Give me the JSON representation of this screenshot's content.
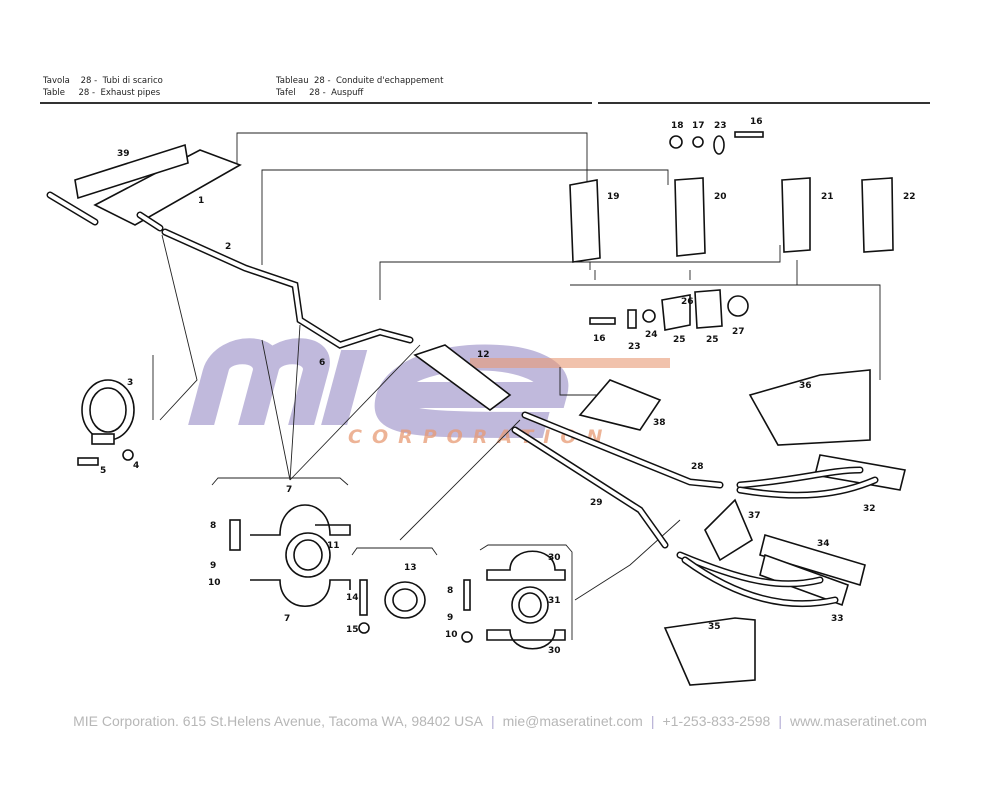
{
  "header": {
    "left": [
      {
        "prefix": "Tavola",
        "num": "28 -",
        "title": "Tubi di scarico"
      },
      {
        "prefix": "Table",
        "num": "28 -",
        "title": "Exhaust pipes"
      }
    ],
    "right": [
      {
        "prefix": "Tableau",
        "num": "28 -",
        "title": "Conduite d'echappement"
      },
      {
        "prefix": "Tafel",
        "num": "28 -",
        "title": "Auspuff"
      }
    ]
  },
  "watermark": {
    "logo": "mie",
    "sub": "CORPORATION",
    "colors": {
      "logo": "#8c7fc0",
      "sub": "#e79a74"
    }
  },
  "parts": [
    "39",
    "1",
    "2",
    "6",
    "12",
    "3",
    "4",
    "5",
    "7",
    "8",
    "11",
    "9",
    "10",
    "7",
    "13",
    "14",
    "15",
    "8",
    "9",
    "10",
    "30",
    "31",
    "30",
    "18",
    "17",
    "23",
    "16",
    "19",
    "20",
    "21",
    "22",
    "16",
    "23",
    "24",
    "26",
    "25",
    "25",
    "27",
    "36",
    "38",
    "28",
    "29",
    "32",
    "37",
    "34",
    "33",
    "35"
  ],
  "footer": {
    "address": "MIE Corporation. 615 St.Helens Avenue, Tacoma WA, 98402 USA",
    "email": "mie@maseratinet.com",
    "phone": "+1-253-833-2598",
    "web": "www.maseratinet.com"
  }
}
